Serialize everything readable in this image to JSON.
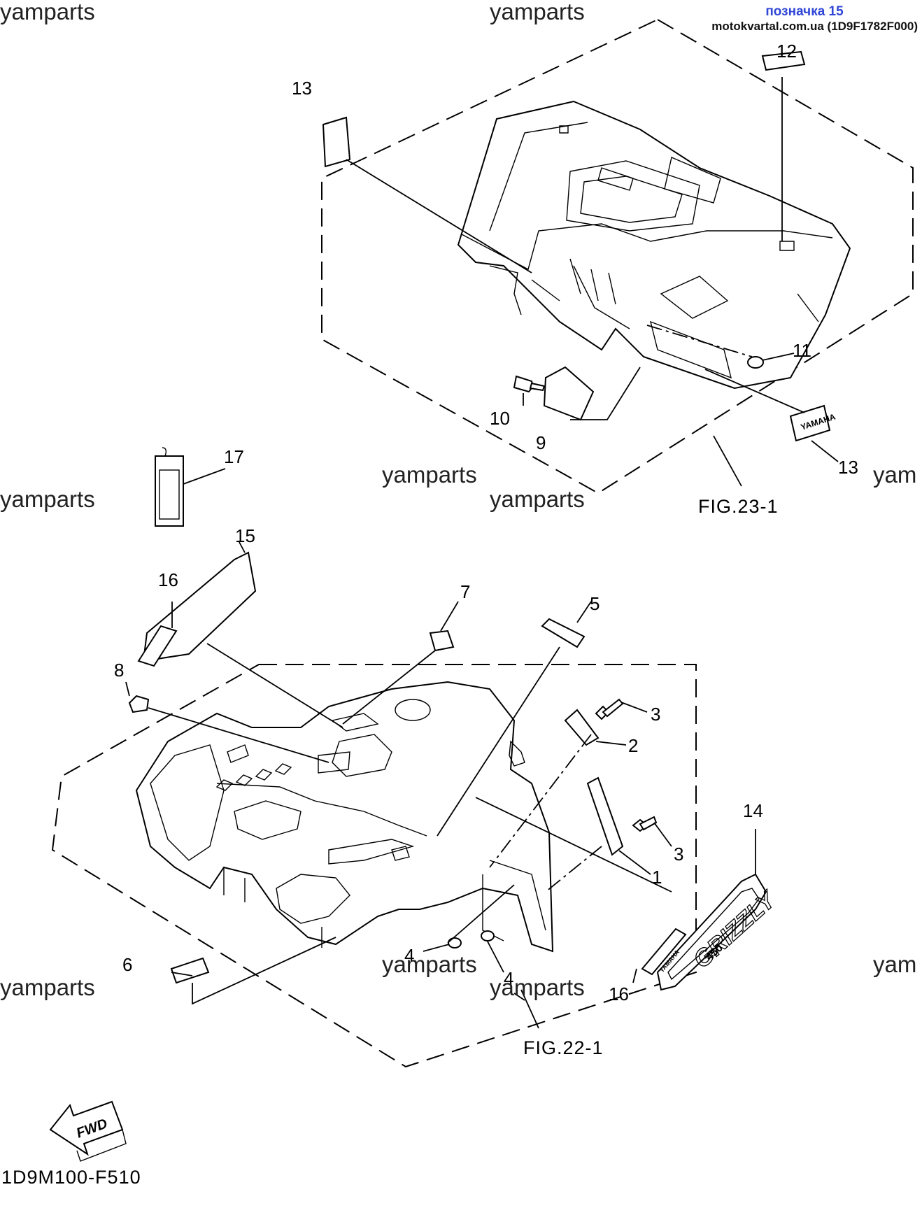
{
  "header": {
    "title": "позначка 15",
    "source": "motokvartal.com.ua (1D9F1782F000)"
  },
  "watermark": "yamparts",
  "watermark_cut": "yam",
  "figure_refs": {
    "rear": "FIG.23-1",
    "front": "FIG.22-1"
  },
  "part_numbers": {
    "p1": "1",
    "p2": "2",
    "p3a": "3",
    "p3b": "3",
    "p4a": "4",
    "p4b": "4",
    "p5": "5",
    "p6": "6",
    "p7": "7",
    "p8": "8",
    "p9": "9",
    "p10": "10",
    "p11": "11",
    "p12": "12",
    "p13a": "13",
    "p13b": "13",
    "p14": "14",
    "p15": "15",
    "p16a": "16",
    "p16b": "16",
    "p17": "17"
  },
  "fwd_label": "FWD",
  "diagram_code": "1D9M100-F510",
  "decals": {
    "rear_brand": "YAMAHA",
    "emblem_model": "GRIZZLY",
    "emblem_size": "450",
    "side_badge": "YAMAHA"
  }
}
